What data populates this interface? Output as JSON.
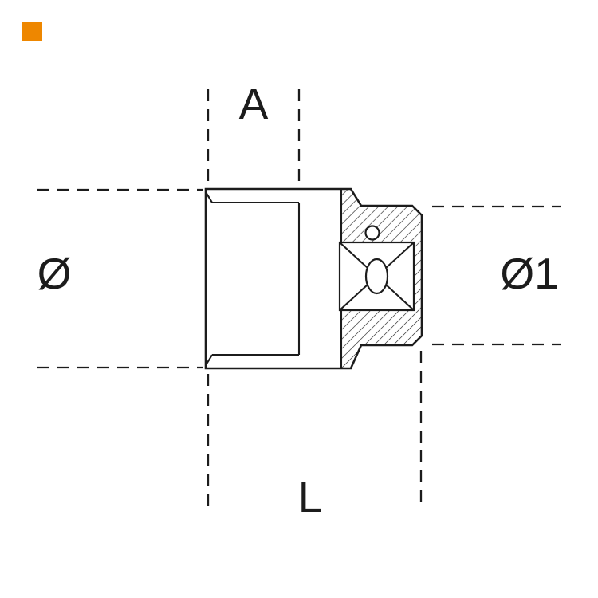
{
  "window": {
    "background": "#ffffff"
  },
  "diagram": {
    "accent_color": "#EE8700",
    "line_color": "#1C1C1C",
    "labels": {
      "a": "A",
      "diameter": "Ø",
      "diameter_1": "Ø1",
      "length": "L"
    }
  }
}
